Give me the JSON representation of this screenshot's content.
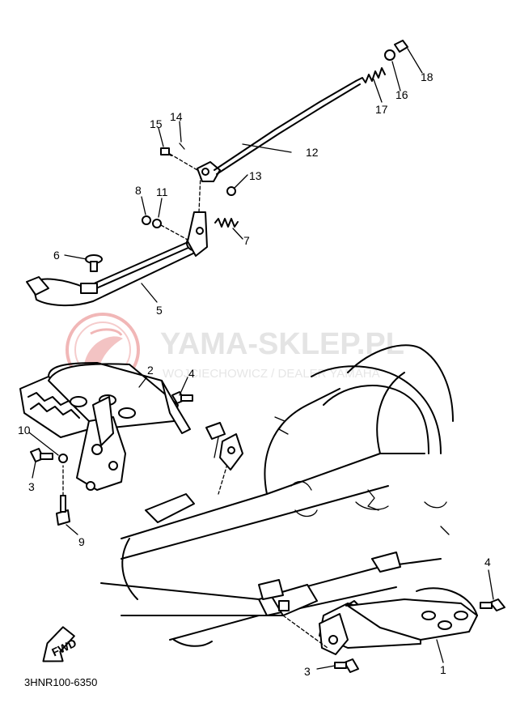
{
  "watermark": {
    "title": "YAMA-SKLEP.PL",
    "subtitle": "WOJCIECHOWICZ / DEALER YAMAHA",
    "logo_color": "#f1b7b7",
    "text_color": "#e4e4e4"
  },
  "fwd_label": "FWD",
  "diagram_code": "3HNR100-6350",
  "callouts": [
    {
      "label": "1"
    },
    {
      "label": "2"
    },
    {
      "label": "3"
    },
    {
      "label": "3"
    },
    {
      "label": "4"
    },
    {
      "label": "4"
    },
    {
      "label": "5"
    },
    {
      "label": "6"
    },
    {
      "label": "7"
    },
    {
      "label": "8"
    },
    {
      "label": "9"
    },
    {
      "label": "10"
    },
    {
      "label": "11"
    },
    {
      "label": "12"
    },
    {
      "label": "13"
    },
    {
      "label": "14"
    },
    {
      "label": "15"
    },
    {
      "label": "16"
    },
    {
      "label": "17"
    },
    {
      "label": "18"
    }
  ]
}
